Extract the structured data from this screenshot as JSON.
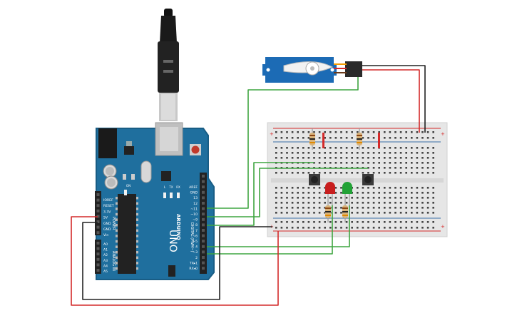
{
  "board": {
    "brand": "ARDUINO",
    "model": "UNO",
    "power_header_label": "POWER",
    "analog_header_label": "ANALOG IN",
    "digital_header_label": "DIGITAL (PWM~)",
    "led_labels": [
      "ON",
      "L",
      "TX",
      "RX"
    ],
    "power_pins": [
      "IOREF",
      "RESET",
      "3.3V",
      "5V",
      "GND",
      "GND",
      "Vin"
    ],
    "analog_pins": [
      "A0",
      "A1",
      "A2",
      "A3",
      "A4",
      "A5"
    ],
    "digital_pins": [
      "AREF",
      "GND",
      "13",
      "12",
      "~11",
      "~10",
      "~9",
      "8",
      "7",
      "~6",
      "~5",
      "4",
      "~3",
      "2",
      "TX▸1",
      "RX◂0"
    ]
  },
  "components": {
    "servo": "micro servo",
    "leds": [
      "red",
      "green"
    ],
    "buttons": 2,
    "resistors": 4
  },
  "colors": {
    "board": "#1f6f9e",
    "board_edge": "#195d85",
    "breadboard": "#e6e6e6",
    "wire_green": "#3fa540",
    "wire_black": "#222222",
    "wire_red": "#d42a2a",
    "servo_body": "#1c6bb5",
    "led_red": "#c81e1e",
    "led_green": "#22a236"
  }
}
